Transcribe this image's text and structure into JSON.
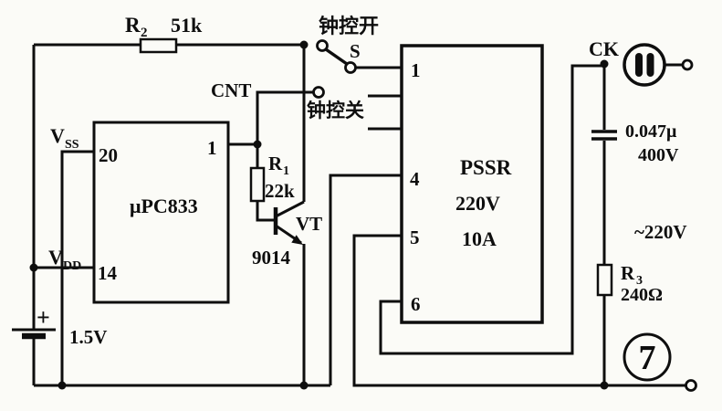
{
  "colors": {
    "paper": "#fbfbf7",
    "ink": "#0e0e0e"
  },
  "resistors": {
    "r2": {
      "ref": "R",
      "ref_sub": "2",
      "value": "51k"
    },
    "r1": {
      "ref": "R",
      "ref_sub": "1",
      "value": "22k"
    },
    "r3": {
      "ref": "R",
      "ref_sub": "3",
      "value": "240Ω"
    }
  },
  "ic": {
    "part": "μPC833",
    "pin_20": "20",
    "pin_1": "1",
    "pin_14": "14",
    "vss_main": "V",
    "vss_sub": "SS",
    "vdd_main": "V",
    "vdd_sub": "DD"
  },
  "pssr": {
    "name": "PSSR",
    "voltage": "220V",
    "current": "10A",
    "pin_1": "1",
    "pin_4": "4",
    "pin_5": "5",
    "pin_6": "6"
  },
  "transistor": {
    "ref": "VT",
    "part": "9014"
  },
  "battery": {
    "plus": "+",
    "value": "1.5V"
  },
  "capacitor": {
    "value": "0.047μ",
    "rating": "400V"
  },
  "switch": {
    "ref": "S",
    "on_label": "钟控开",
    "off_label": "钟控关"
  },
  "signals": {
    "cnt": "CNT",
    "ck": "CK"
  },
  "mains_label": "~220V",
  "figure_number": "7",
  "symbols": {
    "lamp": "neon-lamp",
    "battery": "single-cell-battery",
    "transistor": "npn-transistor",
    "figure_badge": "circled-number"
  }
}
